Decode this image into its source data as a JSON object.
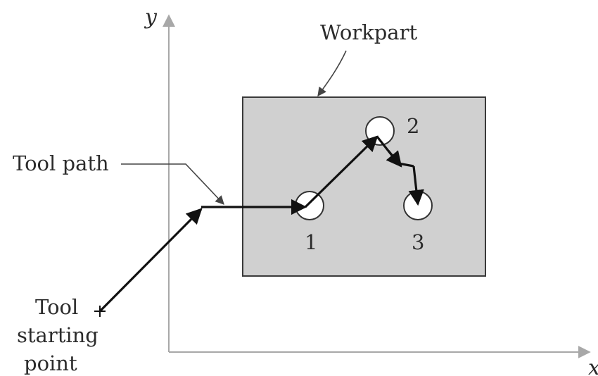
{
  "axes": {
    "x_label": "x",
    "y_label": "y"
  },
  "workpart": {
    "label": "Workpart",
    "fill": "#d0d0d0",
    "stroke": "#3a3a3a"
  },
  "holes": [
    {
      "label": "1"
    },
    {
      "label": "2"
    },
    {
      "label": "3"
    }
  ],
  "tool_path": {
    "label": "Tool path",
    "color": "#111111"
  },
  "tool_start": {
    "label_lines": [
      "Tool",
      "starting",
      "point"
    ]
  },
  "colors": {
    "axis": "#a8a8a8",
    "text": "#2b2b2b",
    "leader": "#444444"
  }
}
